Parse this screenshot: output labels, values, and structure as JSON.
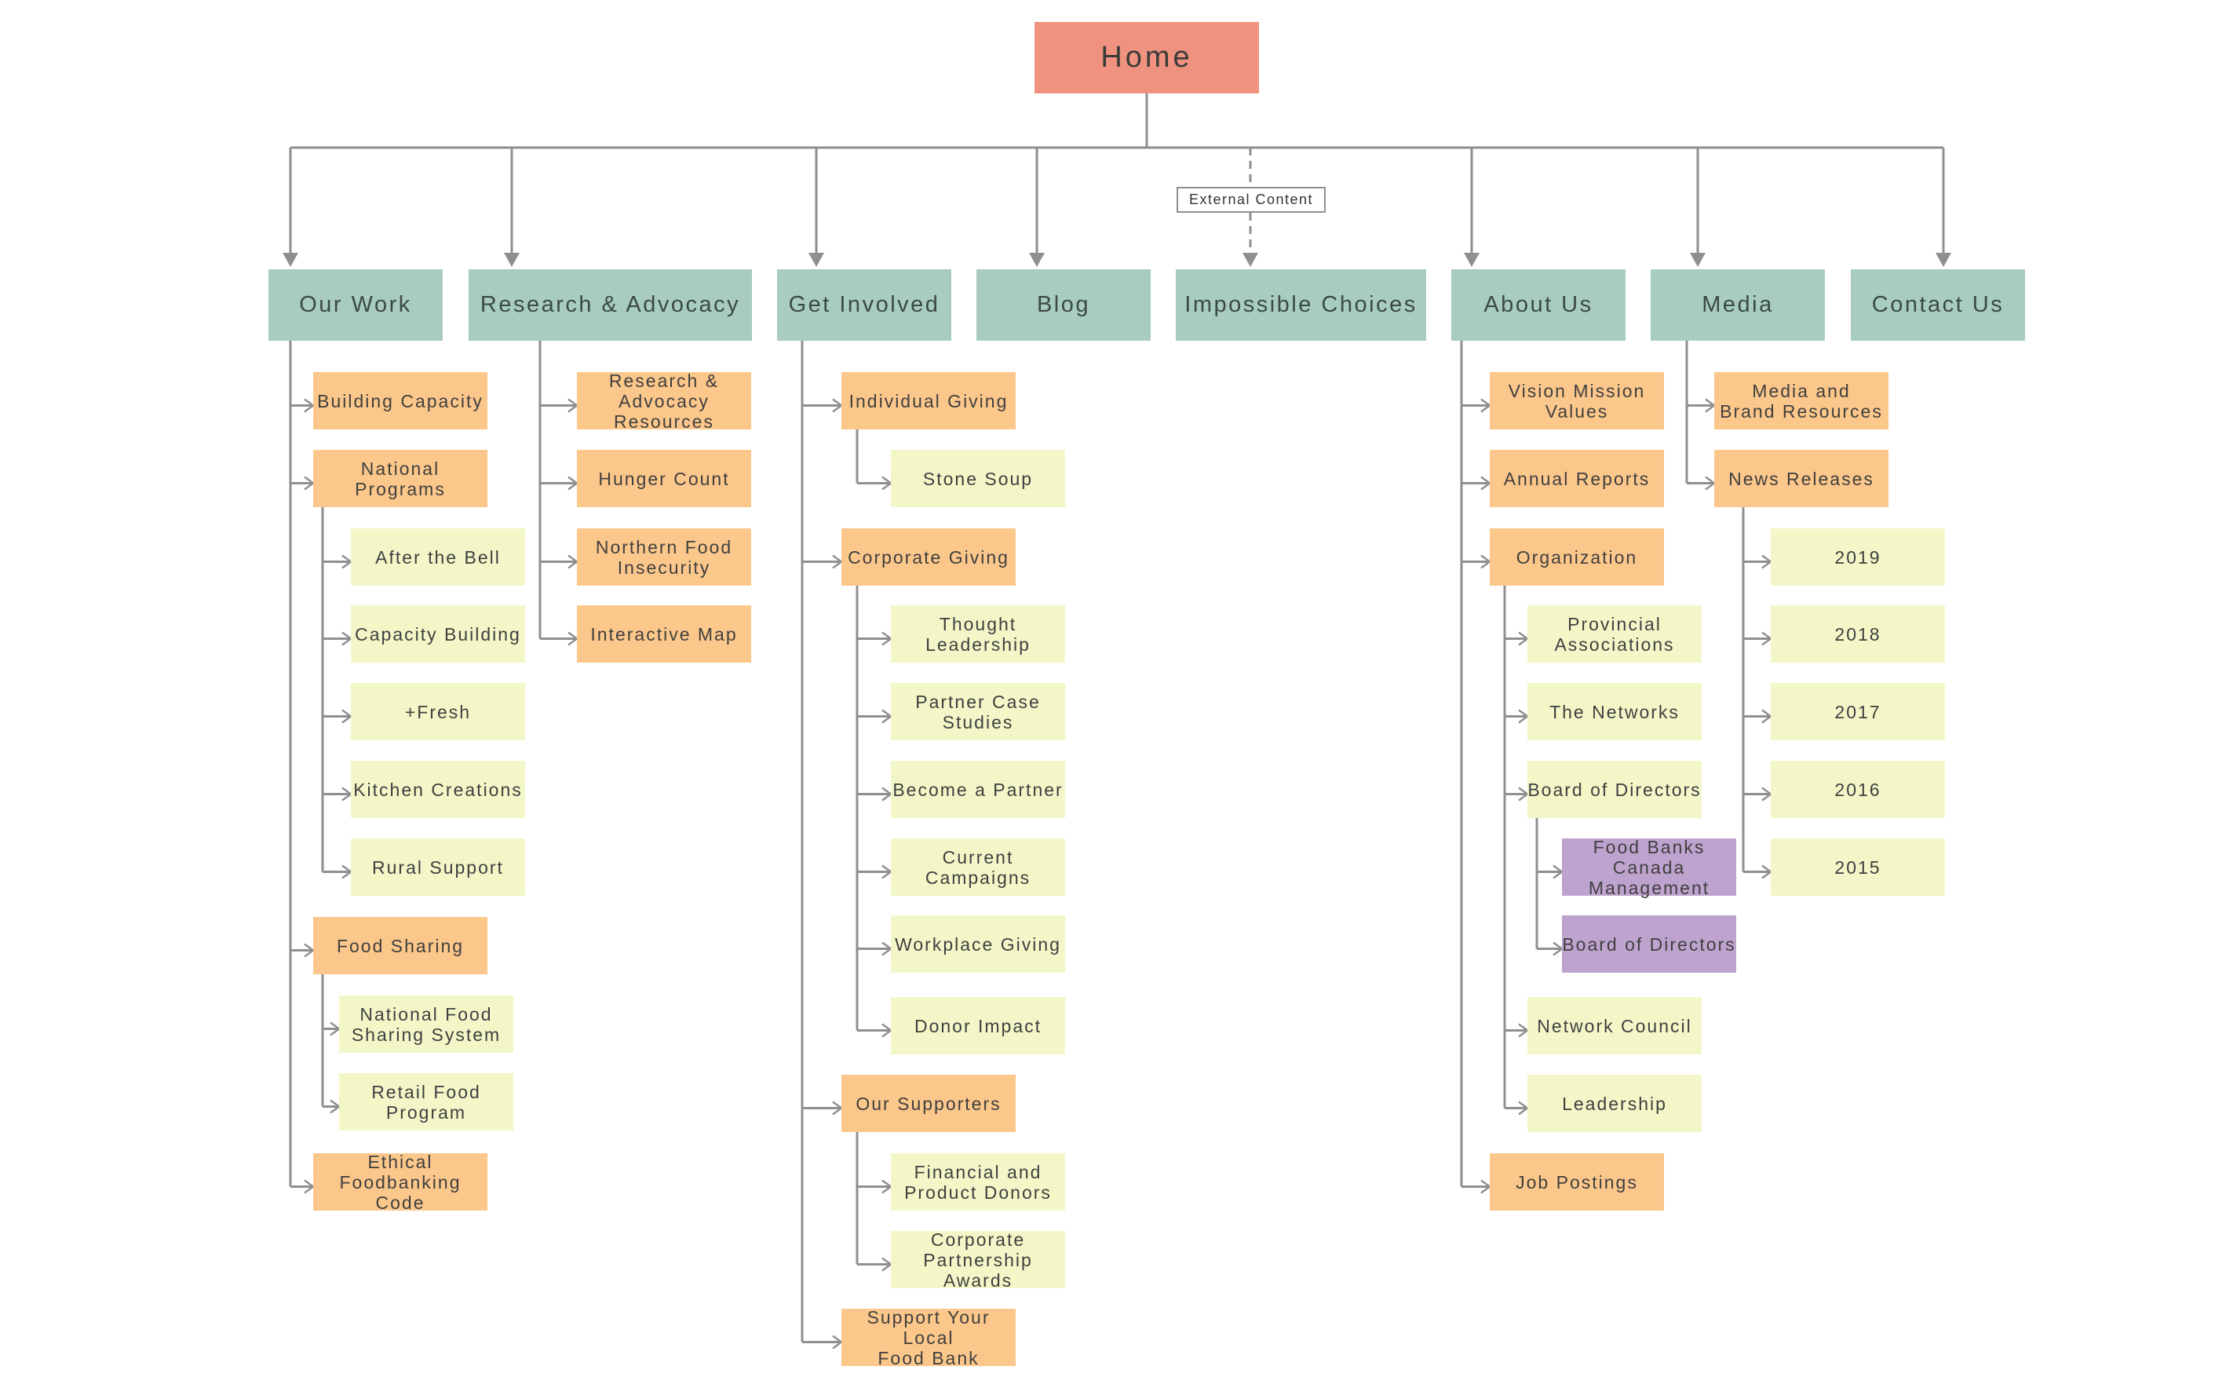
{
  "colors": {
    "home": "#ef927f",
    "section": "#a8ccbf",
    "level2": "#fcc78a",
    "level3": "#f3f7c8",
    "level4": "#bfa3cf",
    "line": "#8f8f8f"
  },
  "home": {
    "label": "Home"
  },
  "external_label": "External Content",
  "sections": [
    {
      "id": "our-work",
      "label": "Our Work",
      "children": [
        {
          "id": "building-capacity",
          "label": "Building Capacity",
          "children": []
        },
        {
          "id": "national-programs",
          "label": "National Programs",
          "children": [
            {
              "id": "after-the-bell",
              "label": "After the Bell",
              "children": []
            },
            {
              "id": "capacity-building",
              "label": "Capacity Building",
              "children": []
            },
            {
              "id": "fresh",
              "label": "+Fresh",
              "children": []
            },
            {
              "id": "kitchen-creations",
              "label": "Kitchen Creations",
              "children": []
            },
            {
              "id": "rural-support",
              "label": "Rural Support",
              "children": []
            }
          ]
        },
        {
          "id": "food-sharing",
          "label": "Food Sharing",
          "children": [
            {
              "id": "national-food-sharing-system",
              "label": "National Food\nSharing System",
              "children": []
            },
            {
              "id": "retail-food-program",
              "label": "Retail Food\nProgram",
              "children": []
            }
          ]
        },
        {
          "id": "ethical-foodbanking-code",
          "label": "Ethical\nFoodbanking Code",
          "children": []
        }
      ]
    },
    {
      "id": "research-advocacy",
      "label": "Research & Advocacy",
      "children": [
        {
          "id": "research-advocacy-resources",
          "label": "Research & Advocacy\nResources",
          "children": []
        },
        {
          "id": "hunger-count",
          "label": "Hunger Count",
          "children": []
        },
        {
          "id": "northern-food-insecurity",
          "label": "Northern Food\nInsecurity",
          "children": []
        },
        {
          "id": "interactive-map",
          "label": "Interactive Map",
          "children": []
        }
      ]
    },
    {
      "id": "get-involved",
      "label": "Get Involved",
      "children": [
        {
          "id": "individual-giving",
          "label": "Individual Giving",
          "children": [
            {
              "id": "stone-soup",
              "label": "Stone Soup",
              "children": []
            }
          ]
        },
        {
          "id": "corporate-giving",
          "label": "Corporate Giving",
          "children": [
            {
              "id": "thought-leadership",
              "label": "Thought Leadership",
              "children": []
            },
            {
              "id": "partner-case-studies",
              "label": "Partner Case Studies",
              "children": []
            },
            {
              "id": "become-a-partner",
              "label": "Become a Partner",
              "children": []
            },
            {
              "id": "current-campaigns",
              "label": "Current Campaigns",
              "children": []
            },
            {
              "id": "workplace-giving",
              "label": "Workplace Giving",
              "children": []
            },
            {
              "id": "donor-impact",
              "label": "Donor Impact",
              "children": []
            }
          ]
        },
        {
          "id": "our-supporters",
          "label": "Our Supporters",
          "children": [
            {
              "id": "financial-product-donors",
              "label": "Financial and\nProduct Donors",
              "children": []
            },
            {
              "id": "corporate-partnership-awards",
              "label": "Corporate Partnership\nAwards",
              "children": []
            }
          ]
        },
        {
          "id": "support-local-food-bank",
          "label": "Support Your Local\nFood Bank",
          "children": []
        }
      ]
    },
    {
      "id": "blog",
      "label": "Blog",
      "children": []
    },
    {
      "id": "impossible-choices",
      "label": "Impossible Choices",
      "external": true,
      "children": []
    },
    {
      "id": "about-us",
      "label": "About Us",
      "children": [
        {
          "id": "vision-mission-values",
          "label": "Vision Mission\nValues",
          "children": []
        },
        {
          "id": "annual-reports",
          "label": "Annual Reports",
          "children": []
        },
        {
          "id": "organization",
          "label": "Organization",
          "children": [
            {
              "id": "provincial-associations",
              "label": "Provincial\nAssociations",
              "children": []
            },
            {
              "id": "the-networks",
              "label": "The Networks",
              "children": []
            },
            {
              "id": "board-of-directors",
              "label": "Board of Directors",
              "children": [
                {
                  "id": "food-banks-canada-management",
                  "label": "Food Banks\nCanada Management",
                  "children": []
                },
                {
                  "id": "board-of-directors-sub",
                  "label": "Board of Directors",
                  "children": []
                }
              ]
            },
            {
              "id": "network-council",
              "label": "Network Council",
              "children": []
            },
            {
              "id": "leadership",
              "label": "Leadership",
              "children": []
            }
          ]
        },
        {
          "id": "job-postings",
          "label": "Job Postings",
          "children": []
        }
      ]
    },
    {
      "id": "media",
      "label": "Media",
      "children": [
        {
          "id": "media-brand-resources",
          "label": "Media and\nBrand Resources",
          "children": []
        },
        {
          "id": "news-releases",
          "label": "News Releases",
          "children": [
            {
              "id": "y2019",
              "label": "2019",
              "children": []
            },
            {
              "id": "y2018",
              "label": "2018",
              "children": []
            },
            {
              "id": "y2017",
              "label": "2017",
              "children": []
            },
            {
              "id": "y2016",
              "label": "2016",
              "children": []
            },
            {
              "id": "y2015",
              "label": "2015",
              "children": []
            }
          ]
        }
      ]
    },
    {
      "id": "contact-us",
      "label": "Contact Us",
      "children": []
    }
  ]
}
